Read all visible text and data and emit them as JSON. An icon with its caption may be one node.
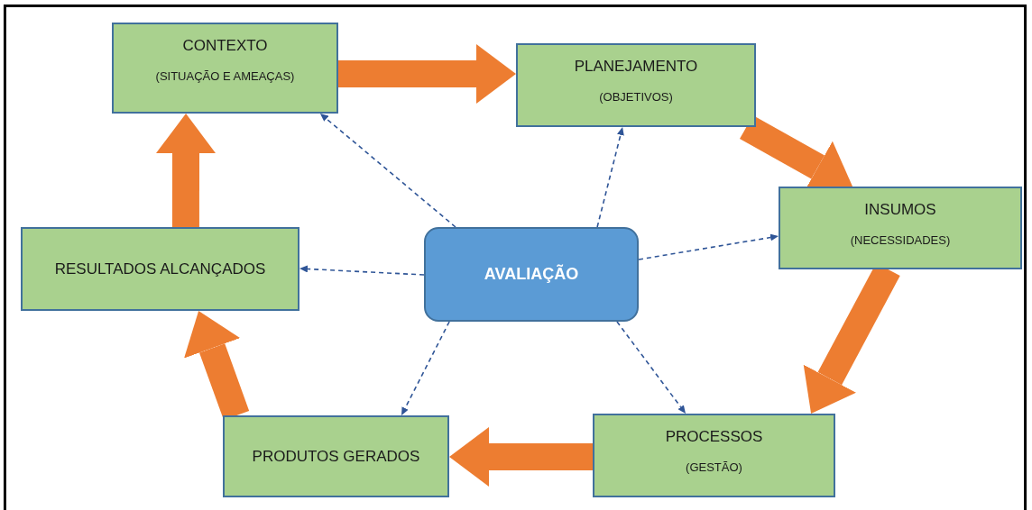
{
  "diagram": {
    "nodes": [
      {
        "text": [
          "CONTEXTO",
          "(SITUAÇÃO E AMEAÇAS)"
        ]
      },
      {
        "text": [
          "PLANEJAMENTO",
          "(OBJETIVOS)"
        ]
      },
      {
        "text": [
          "INSUMOS",
          "(NECESSIDADES)"
        ]
      },
      {
        "text": [
          "RESULTADOS ALCANÇADOS"
        ]
      },
      {
        "text": [
          "AVALIAÇÃO"
        ]
      },
      {
        "text": [
          "PRODUTOS GERADOS"
        ]
      },
      {
        "text": [
          "PROCESSOS",
          "(GESTÃO)"
        ]
      }
    ],
    "edges": [
      {
        "from": 0,
        "to": 1,
        "arrow": "to",
        "style": "thick",
        "color": "#ed7d31"
      },
      {
        "from": 1,
        "to": 2,
        "arrow": "to",
        "style": "thick",
        "color": "#ed7d31"
      },
      {
        "from": 2,
        "to": 6,
        "arrow": "to",
        "style": "thick",
        "color": "#ed7d31"
      },
      {
        "from": 6,
        "to": 5,
        "arrow": "to",
        "style": "thick",
        "color": "#ed7d31"
      },
      {
        "from": 5,
        "to": 3,
        "arrow": "to",
        "style": "thick",
        "color": "#ed7d31"
      },
      {
        "from": 3,
        "to": 0,
        "arrow": "to",
        "style": "thick",
        "color": "#ed7d31"
      },
      {
        "from": 4,
        "to": 0,
        "arrow": "to",
        "style": "dashed",
        "color": "#2f5597"
      },
      {
        "from": 4,
        "to": 1,
        "arrow": "to",
        "style": "dashed",
        "color": "#2f5597"
      },
      {
        "from": 4,
        "to": 2,
        "arrow": "to",
        "style": "dashed",
        "color": "#2f5597"
      },
      {
        "from": 4,
        "to": 3,
        "arrow": "to",
        "style": "dashed",
        "color": "#2f5597"
      },
      {
        "from": 4,
        "to": 5,
        "arrow": "to",
        "style": "dashed",
        "color": "#2f5597"
      },
      {
        "from": 4,
        "to": 6,
        "arrow": "to",
        "style": "dashed",
        "color": "#2f5597"
      }
    ]
  }
}
